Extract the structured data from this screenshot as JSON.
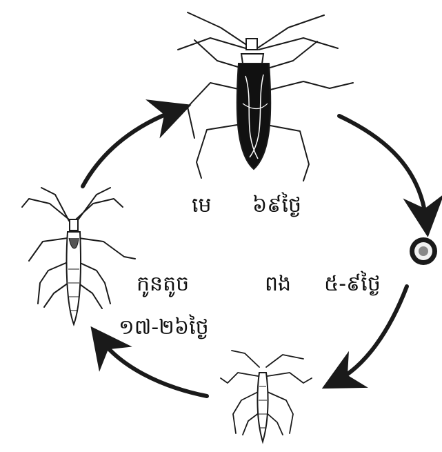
{
  "stages": {
    "adult": {
      "name": "មេ",
      "duration": "៦៩ថ្ងៃ"
    },
    "egg": {
      "name": "ពង",
      "duration": "៥-៩ថ្ងៃ"
    },
    "nymph": {
      "name": "កូនតូច",
      "duration": "១៧-២៦ថ្ងៃ"
    }
  },
  "colors": {
    "ink": "#1a1a1a",
    "background": "#ffffff"
  }
}
